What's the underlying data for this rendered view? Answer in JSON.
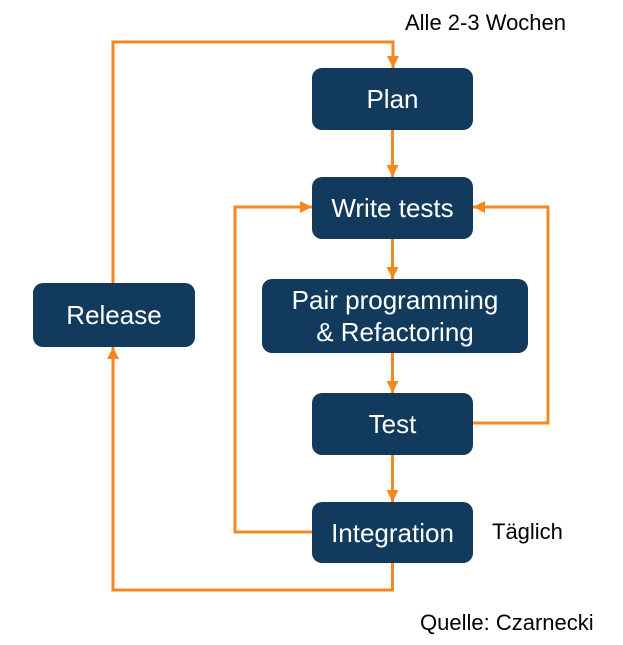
{
  "colors": {
    "node_fill": "#123A5C",
    "node_text": "#FFFFFF",
    "arrow": "#F6871F",
    "label_text": "#000000",
    "background": "#FFFFFF"
  },
  "nodes": {
    "plan": {
      "label": "Plan"
    },
    "write_tests": {
      "label": "Write tests"
    },
    "pair_programming": {
      "label": "Pair programming\n& Refactoring"
    },
    "test": {
      "label": "Test"
    },
    "integration": {
      "label": "Integration"
    },
    "release": {
      "label": "Release"
    }
  },
  "annotations": {
    "cycle_long": "Alle 2-3 Wochen",
    "cycle_daily": "Täglich",
    "source": "Quelle: Czarnecki"
  },
  "edges": [
    {
      "from": "plan",
      "to": "write_tests"
    },
    {
      "from": "write_tests",
      "to": "pair_programming"
    },
    {
      "from": "pair_programming",
      "to": "test"
    },
    {
      "from": "test",
      "to": "integration"
    },
    {
      "from": "test",
      "to": "write_tests"
    },
    {
      "from": "integration",
      "to": "write_tests"
    },
    {
      "from": "integration",
      "to": "release"
    },
    {
      "from": "release",
      "to": "plan"
    }
  ]
}
